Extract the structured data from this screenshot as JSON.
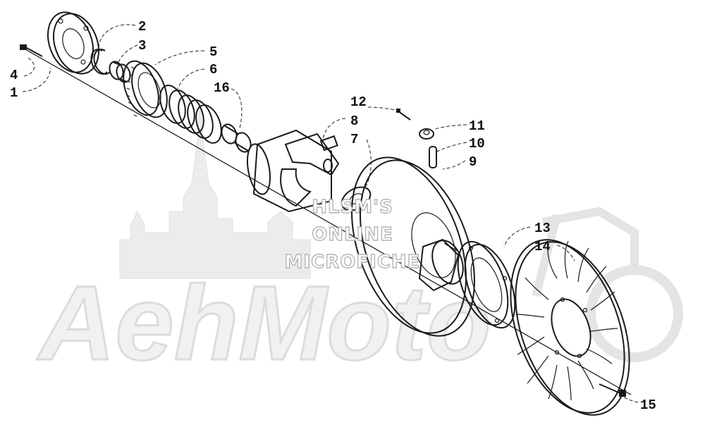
{
  "diagram": {
    "watermark": {
      "brand": "AehMoto",
      "lines": [
        "HLSM'S",
        "ONLINE",
        "MICROFICHE"
      ]
    },
    "callouts": [
      {
        "id": "1",
        "label": "1"
      },
      {
        "id": "2",
        "label": "2"
      },
      {
        "id": "3",
        "label": "3"
      },
      {
        "id": "4",
        "label": "4"
      },
      {
        "id": "5",
        "label": "5"
      },
      {
        "id": "6",
        "label": "6"
      },
      {
        "id": "7",
        "label": "7"
      },
      {
        "id": "8",
        "label": "8"
      },
      {
        "id": "9",
        "label": "9"
      },
      {
        "id": "10",
        "label": "10"
      },
      {
        "id": "11",
        "label": "11"
      },
      {
        "id": "12",
        "label": "12"
      },
      {
        "id": "13",
        "label": "13"
      },
      {
        "id": "14",
        "label": "14"
      },
      {
        "id": "15",
        "label": "15"
      },
      {
        "id": "16",
        "label": "16"
      }
    ]
  }
}
